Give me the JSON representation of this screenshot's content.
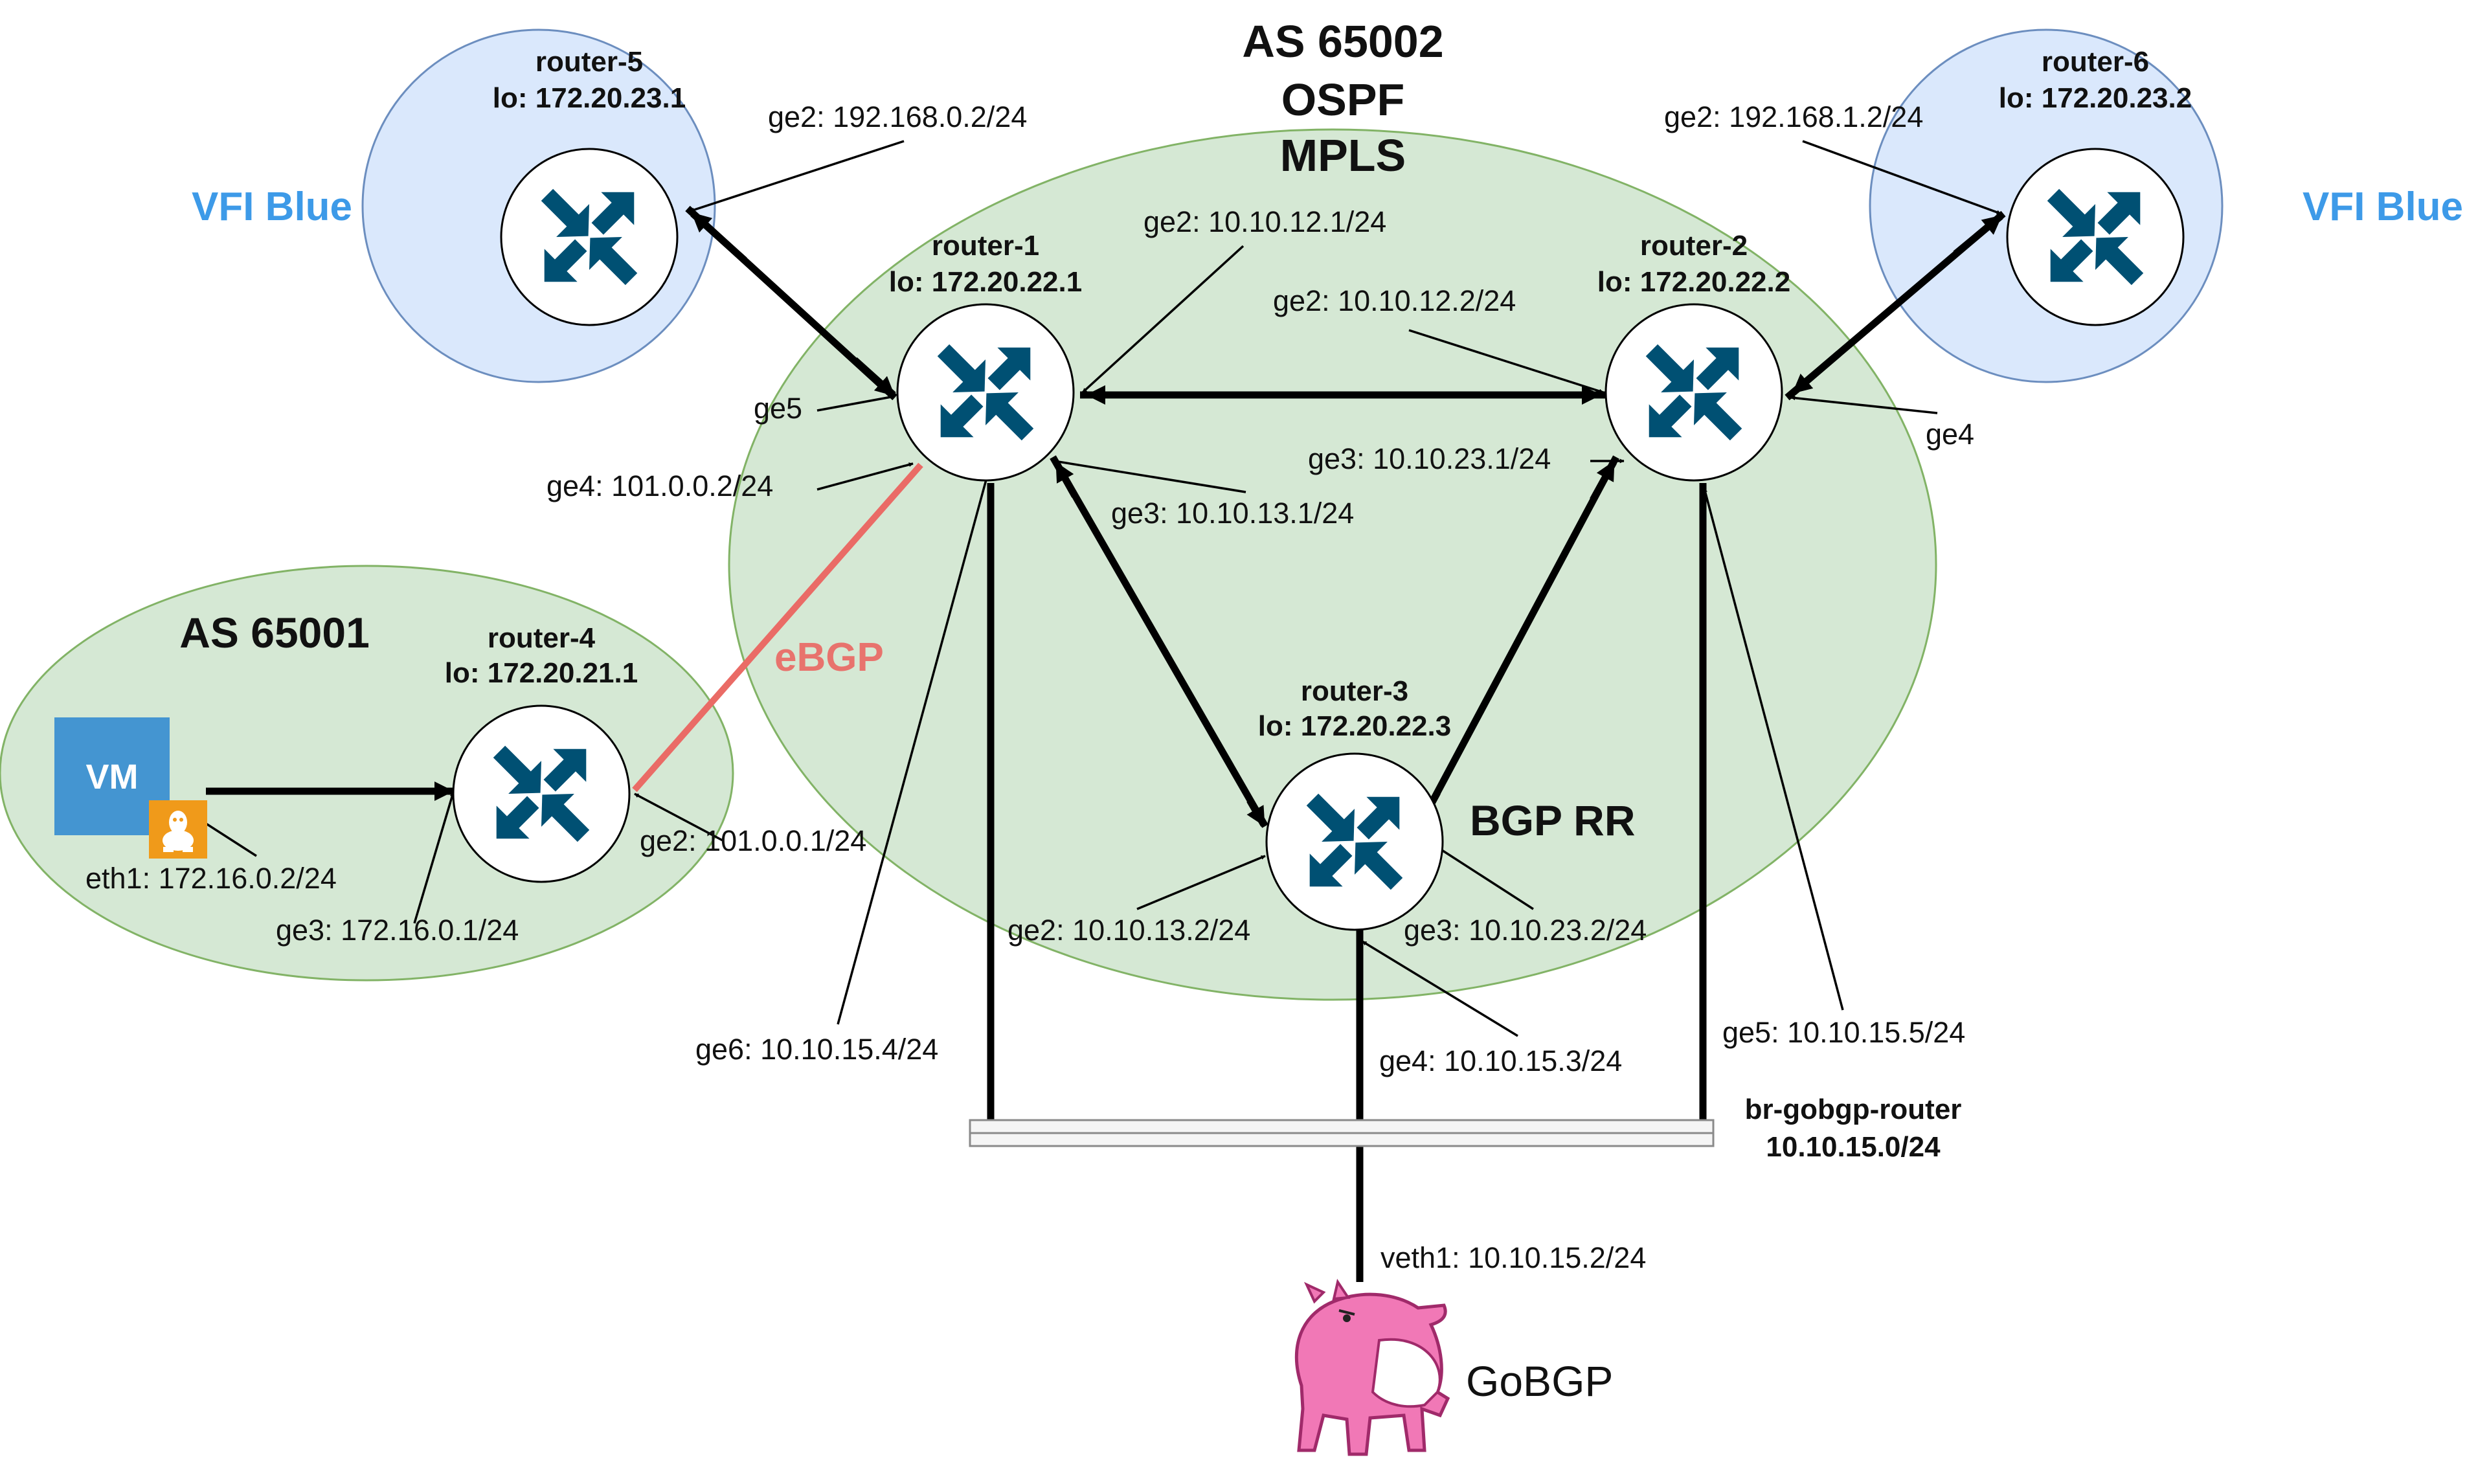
{
  "as_65002": {
    "line1": "AS 65002",
    "line2": "OSPF",
    "line3": "MPLS"
  },
  "as_65001": {
    "title": "AS 65001"
  },
  "vfi_left": "VFI Blue",
  "vfi_right": "VFI Blue",
  "ebgp": "eBGP",
  "bgp_rr": "BGP RR",
  "routers": {
    "r1": {
      "name": "router-1",
      "lo": "lo: 172.20.22.1"
    },
    "r2": {
      "name": "router-2",
      "lo": "lo: 172.20.22.2"
    },
    "r3": {
      "name": "router-3",
      "lo": "lo: 172.20.22.3"
    },
    "r4": {
      "name": "router-4",
      "lo": "lo: 172.20.21.1"
    },
    "r5": {
      "name": "router-5",
      "lo": "lo: 172.20.23.1"
    },
    "r6": {
      "name": "router-6",
      "lo": "lo: 172.20.23.2"
    }
  },
  "interfaces": {
    "r5_ge2": "ge2: 192.168.0.2/24",
    "r6_ge2": "ge2: 192.168.1.2/24",
    "r1_ge2": "ge2: 10.10.12.1/24",
    "r2_ge2": "ge2: 10.10.12.2/24",
    "r1_ge5": "ge5",
    "r2_ge4": "ge4",
    "r1_ge4": "ge4: 101.0.0.2/24",
    "r1_ge3": "ge3: 10.10.13.1/24",
    "r2_ge3": "ge3: 10.10.23.1/24",
    "r4_ge2": "ge2: 101.0.0.1/24",
    "vm_eth1": "eth1: 172.16.0.2/24",
    "r4_ge3": "ge3: 172.16.0.1/24",
    "r3_ge2": "ge2: 10.10.13.2/24",
    "r3_ge3": "ge3: 10.10.23.2/24",
    "r1_ge6": "ge6: 10.10.15.4/24",
    "r3_ge4": "ge4: 10.10.15.3/24",
    "r2_ge5": "ge5: 10.10.15.5/24",
    "gobgp_veth1": "veth1: 10.10.15.2/24"
  },
  "bridge": {
    "name": "br-gobgp-router",
    "subnet": "10.10.15.0/24"
  },
  "vm_label": "VM",
  "gobgp_label": "GoBGP",
  "colors": {
    "as_fill": "#d5e8d4",
    "as_stroke": "#82b366",
    "vfi_fill": "#dae8fc",
    "vfi_stroke": "#6c8ebf",
    "router_icon": "#005073",
    "ebgp_line": "#ea6b66",
    "vfi_text": "#3d9ae8",
    "vm_box": "#4495d1",
    "linux_badge": "#f09a1a",
    "gopher_pink": "#f178b6"
  },
  "icons": [
    "router-icon",
    "vm-icon",
    "linux-icon",
    "gobgp-mascot-icon"
  ]
}
